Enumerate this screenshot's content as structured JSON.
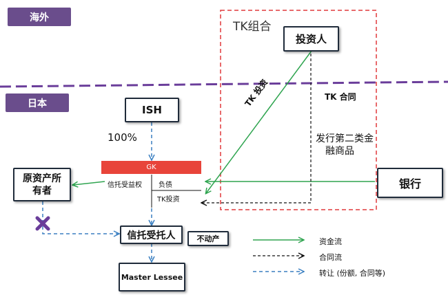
{
  "regions": {
    "overseas": "海外",
    "japan": "日本"
  },
  "tk_group_label": "TK组合",
  "nodes": {
    "investor": "投资人",
    "ish": "ISH",
    "original_owner": "原资产所有者",
    "bank": "银行",
    "trustee": "信托受托人",
    "real_estate": "不动产",
    "master_lessee": "Master Lessee"
  },
  "gk": {
    "title": "GK",
    "left_item": "信托受益权",
    "right_items": [
      "负债",
      "TK投资"
    ]
  },
  "labels": {
    "ish_share": "100%",
    "tk_investment": "TK 投资",
    "tk_contract": "TK 合同",
    "issue_product_line1": "发行第二类金",
    "issue_product_line2": "融商品"
  },
  "legend": [
    {
      "label": "资金流",
      "style": "solid",
      "color": "#2ea44f"
    },
    {
      "label": "合同流",
      "style": "dashed",
      "color": "#111111"
    },
    {
      "label": "转让 (份额, 合同等)",
      "style": "dashed",
      "color": "#3a7fc1"
    }
  ],
  "colors": {
    "region_tag": "#6a4d8c",
    "divider": "#6a3d9a",
    "tk_border": "#e0393b",
    "gk_header": "#e8443a",
    "money_flow": "#2ea44f",
    "transfer": "#3a7fc1",
    "cross": "#6a3d9a"
  }
}
